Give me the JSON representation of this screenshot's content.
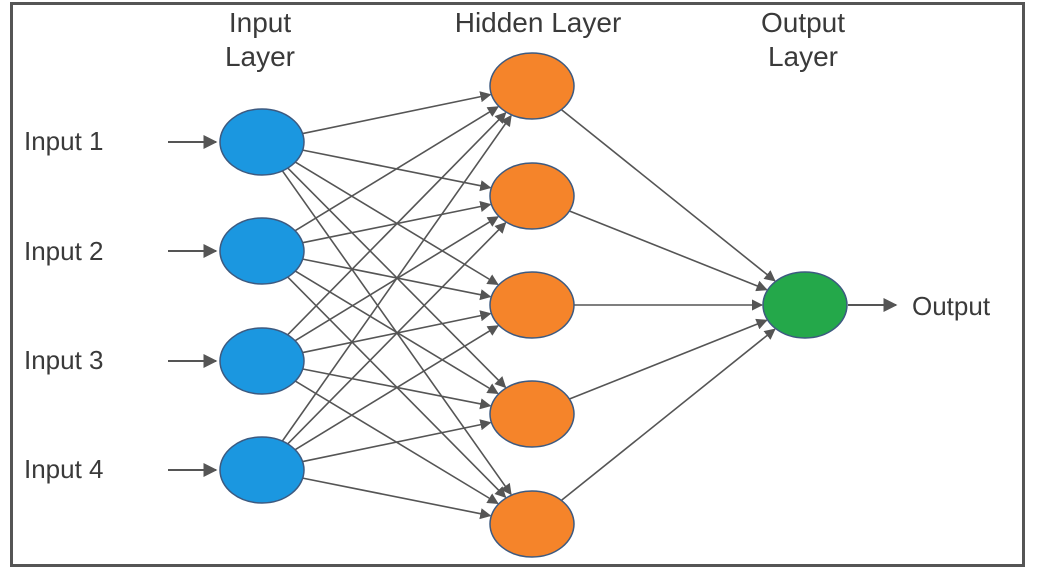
{
  "layers": {
    "input": {
      "title_line1": "Input",
      "title_line2": "Layer",
      "color": "#1b97e0",
      "nodes": [
        "Input  1",
        "Input  2",
        "Input  3",
        "Input  4"
      ]
    },
    "hidden": {
      "title_line1": "Hidden Layer",
      "color": "#f5842a",
      "node_count": 5
    },
    "output": {
      "title_line1": "Output",
      "title_line2": "Layer",
      "color": "#24a84a",
      "label": "Output"
    }
  },
  "colors": {
    "edge": "#555555",
    "frame": "#555555",
    "node_stroke": "#3d5a80"
  }
}
